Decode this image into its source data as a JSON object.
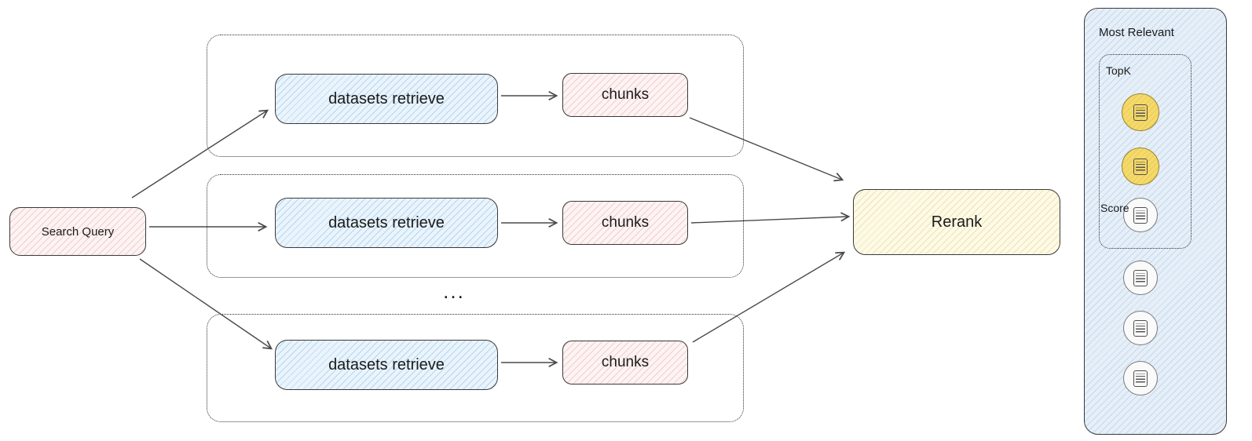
{
  "diagram": {
    "search_query_label": "Search Query",
    "groups": [
      {
        "retrieve": "datasets retrieve",
        "chunks": "chunks"
      },
      {
        "retrieve": "datasets retrieve",
        "chunks": "chunks"
      },
      {
        "retrieve": "datasets retrieve",
        "chunks": "chunks"
      }
    ],
    "ellipsis": "...",
    "rerank_label": "Rerank",
    "panel": {
      "title": "Most Relevant",
      "topk_label": "TopK",
      "score_label": "Score"
    },
    "colors": {
      "pink_fill": "#fdf3f3",
      "blue_fill": "#e9f4fc",
      "yellow_fill": "#fdfae6",
      "panel_fill": "#e6eff8",
      "icon_yellow": "#f6da69",
      "icon_grey": "#fafafa",
      "stroke": "#3a3a3a"
    }
  }
}
